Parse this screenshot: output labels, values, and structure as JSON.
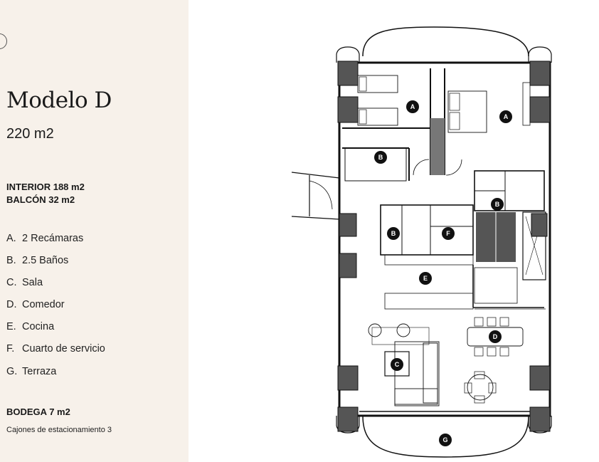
{
  "model": {
    "title": "Modelo D",
    "area": "220 m2",
    "interior": "INTERIOR 188 m2",
    "balcon": "BALCÓN 32 m2"
  },
  "features": [
    {
      "letter": "A.",
      "label": "2 Recámaras"
    },
    {
      "letter": "B.",
      "label": "2.5 Baños"
    },
    {
      "letter": "C.",
      "label": "Sala"
    },
    {
      "letter": "D.",
      "label": "Comedor"
    },
    {
      "letter": "E.",
      "label": "Cocina"
    },
    {
      "letter": "F.",
      "label": "Cuarto de servicio"
    },
    {
      "letter": "G.",
      "label": "Terraza"
    }
  ],
  "storage": {
    "bodega": "BODEGA 7 m2",
    "parking": "Cajones de estacionamiento 3"
  },
  "plan": {
    "markers": [
      "A",
      "A",
      "B",
      "B",
      "B",
      "F",
      "E",
      "D",
      "C",
      "G"
    ]
  },
  "colors": {
    "sidebar_bg": "#f7f1ea",
    "marker": "#111111",
    "column": "#555555"
  }
}
